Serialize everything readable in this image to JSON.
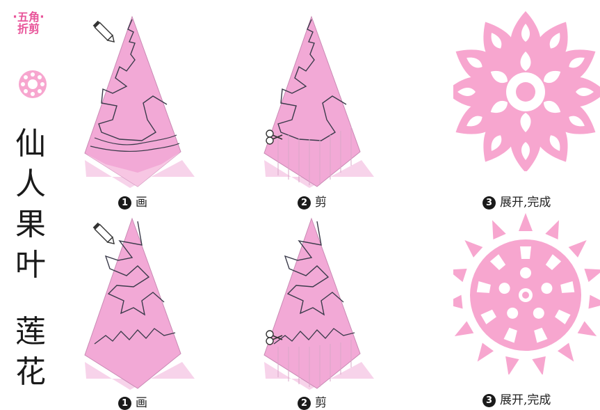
{
  "badge": {
    "line1": "五角",
    "line2": "折剪"
  },
  "titles": {
    "top": [
      "仙",
      "人",
      "果",
      "叶"
    ],
    "bottom": [
      "莲",
      "花"
    ]
  },
  "rows": [
    {
      "steps": [
        {
          "num": "1",
          "label": "画"
        },
        {
          "num": "2",
          "label": "剪"
        },
        {
          "num": "3",
          "label": "展开,完成"
        }
      ]
    },
    {
      "steps": [
        {
          "num": "1",
          "label": "画"
        },
        {
          "num": "2",
          "label": "剪"
        },
        {
          "num": "3",
          "label": "展开,完成"
        }
      ]
    }
  ],
  "colors": {
    "paper_pink": "#f2a9d6",
    "paper_light": "#f7d3ea",
    "cut_pink": "#f7a6cf",
    "accent": "#e8559a",
    "line": "#3a3a4a"
  },
  "icons": [
    "pencil-icon",
    "scissors-icon",
    "flower-emblem-icon"
  ]
}
